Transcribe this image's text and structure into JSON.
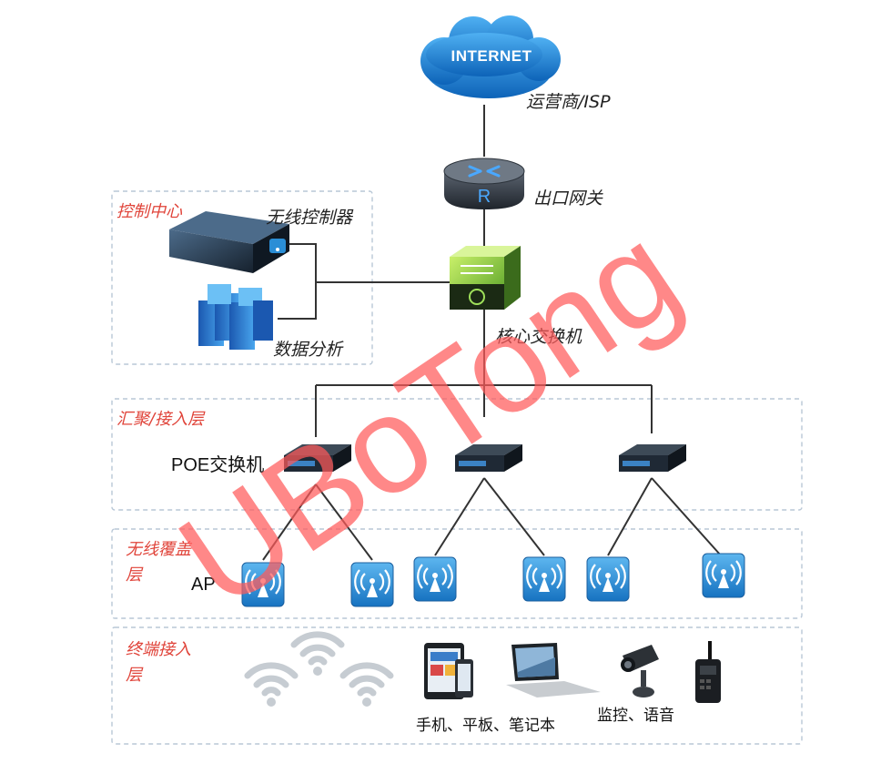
{
  "internet": {
    "label": "INTERNET",
    "caption": "运营商/ISP"
  },
  "gateway": {
    "letter": "R",
    "caption": "出口网关"
  },
  "core_switch": {
    "caption": "核心交换机"
  },
  "control_center": {
    "title": "控制中心",
    "controller_label": "无线控制器",
    "analytics_label": "数据分析"
  },
  "aggregation_layer": {
    "title": "汇聚/接入层",
    "poe_label": "POE交换机"
  },
  "wireless_layer": {
    "title_line1": "无线覆盖",
    "title_line2": "层",
    "ap_label": "AP"
  },
  "terminal_layer": {
    "title_line1": "终端接入",
    "title_line2": "层",
    "devices_label": "手机、平板、笔记本",
    "monitor_label": "监控、语音"
  },
  "watermark": "UBoTong",
  "colors": {
    "zone_title": "#e0443a",
    "cloud": "#1f86d9",
    "ap": "#2a8ed6",
    "watermark": "#ff5a5a"
  }
}
